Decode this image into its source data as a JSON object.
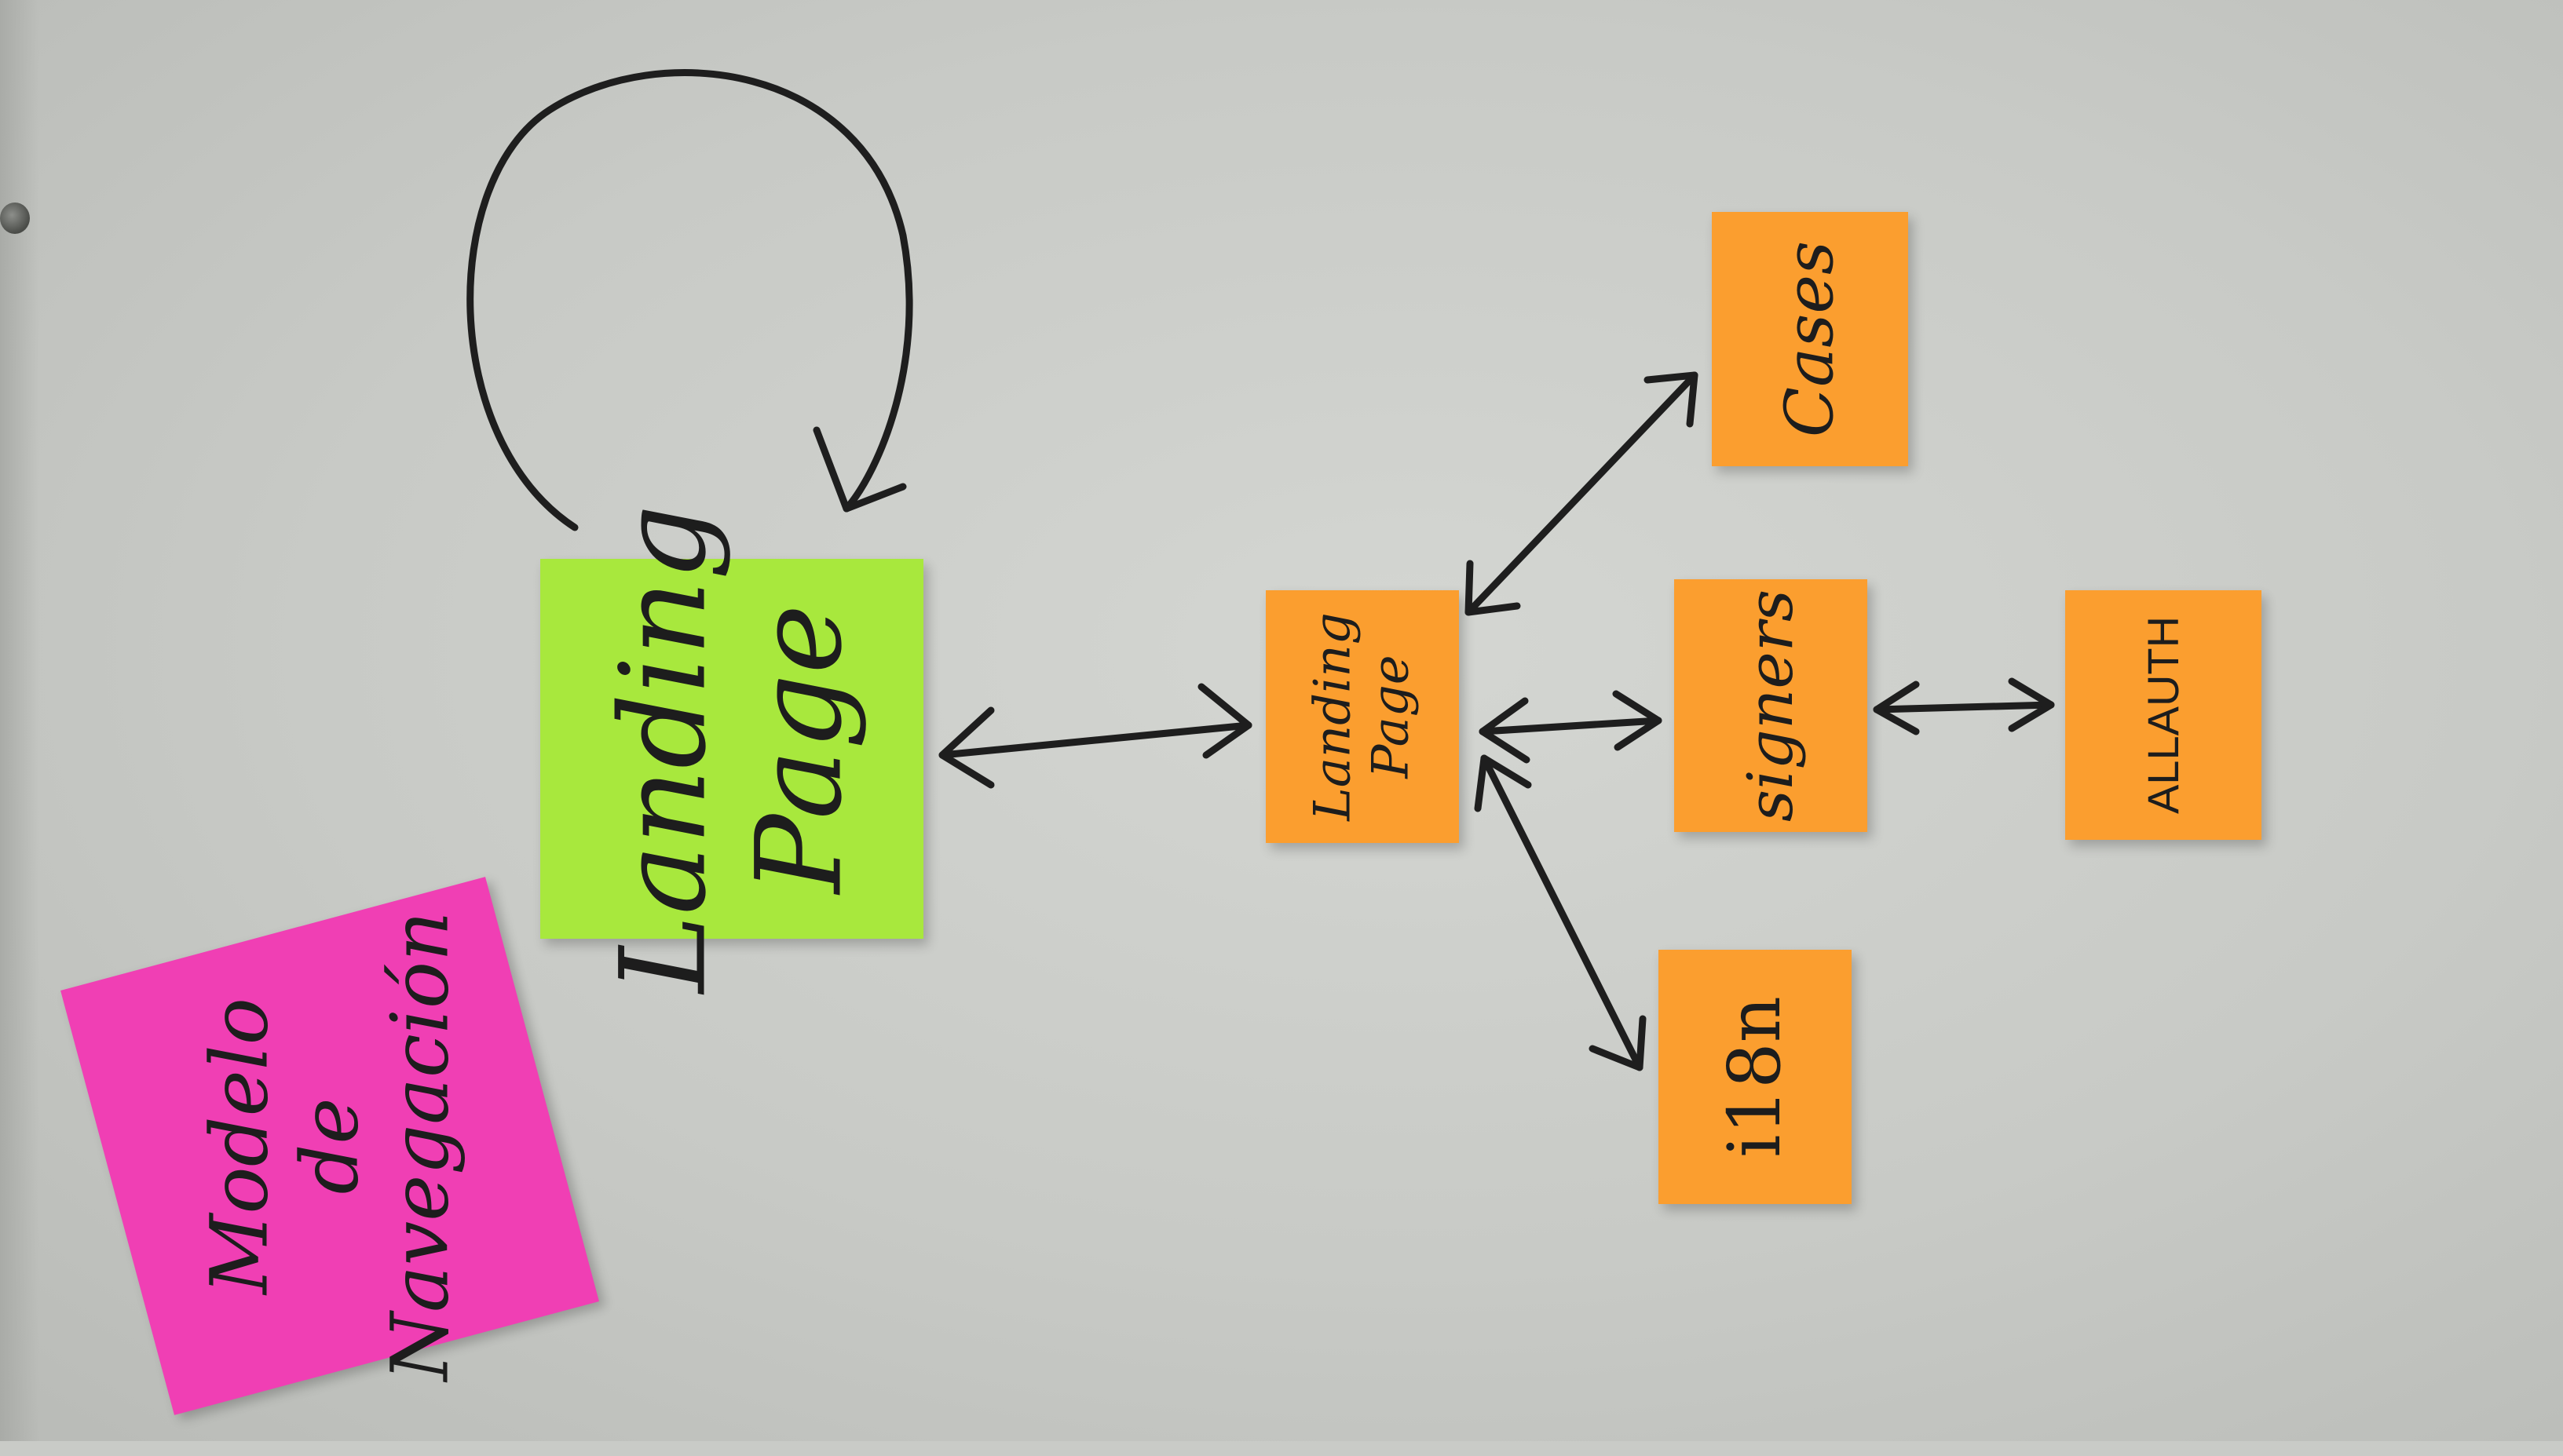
{
  "notes": {
    "title": {
      "line1": "Modelo",
      "line2": "de",
      "line3": "Navegación",
      "color": "#f03fb4"
    },
    "landing_main": {
      "line1": "Landing",
      "line2": "Page",
      "color": "#a8e83d"
    },
    "landing_small": {
      "line1": "Landing",
      "line2": "Page",
      "color": "#fb9e2f"
    },
    "cases": {
      "label": "Cases",
      "color": "#fb9e2f"
    },
    "signers": {
      "label": "signers",
      "color": "#fb9e2f"
    },
    "allauth": {
      "label": "ALLAUTH",
      "color": "#fb9e2f"
    },
    "i18n": {
      "label": "i18n",
      "color": "#fb9e2f"
    }
  },
  "connections": [
    {
      "from": "landing_main",
      "to": "landing_main",
      "type": "self-loop"
    },
    {
      "from": "landing_main",
      "to": "landing_small",
      "type": "bidirectional"
    },
    {
      "from": "landing_small",
      "to": "cases",
      "type": "bidirectional"
    },
    {
      "from": "landing_small",
      "to": "signers",
      "type": "bidirectional"
    },
    {
      "from": "landing_small",
      "to": "i18n",
      "type": "bidirectional"
    },
    {
      "from": "signers",
      "to": "allauth",
      "type": "bidirectional"
    }
  ],
  "ink_color": "#1e1e1e"
}
